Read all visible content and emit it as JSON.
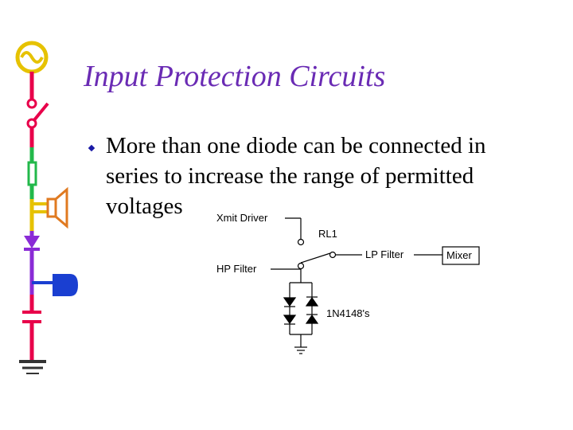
{
  "slide": {
    "title": "Input Protection Circuits",
    "bullet_lines": [
      "More than one diode can be connected in",
      "series to increase the range of permitted",
      "voltages"
    ]
  },
  "diagram": {
    "xmit_driver": "Xmit Driver",
    "rl1": "RL1",
    "lp_filter": "LP Filter",
    "mixer": "Mixer",
    "hp_filter": "HP Filter",
    "diodes": "1N4148's"
  },
  "colors": {
    "title": "#6a2bb4",
    "bullet": "#1a1aa6",
    "bar_red": "#e8004a",
    "bar_green": "#22b84a",
    "bar_yellow": "#e6c200",
    "bar_purple": "#8a2bd6",
    "bar_blue": "#1a3fd1",
    "bar_orange": "#e07a20"
  }
}
